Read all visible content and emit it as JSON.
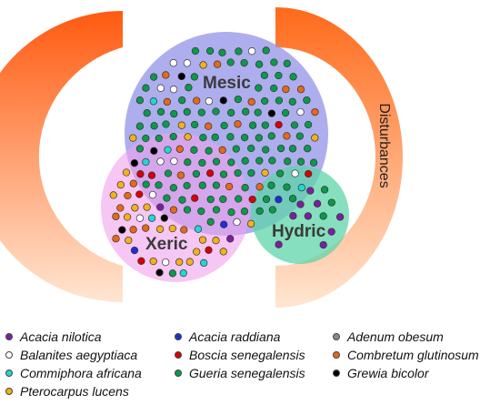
{
  "regions": {
    "mesic": "Mesic",
    "xeric": "Xeric",
    "hydric": "Hydric"
  },
  "arc_label": "Disturbances",
  "colors": {
    "mesic_fill": "#8f8fe8",
    "xeric_fill": "#f0a0ec",
    "hydric_fill": "#5dd4a8",
    "arc_dark": "#ff5a10",
    "arc_light": "#ffe0c8"
  },
  "species": [
    {
      "key": "nilotica",
      "name": "Acacia nilotica",
      "color": "#7b1fa2"
    },
    {
      "key": "raddiana",
      "name": "Acacia raddiana",
      "color": "#1e2fd6"
    },
    {
      "key": "adenum",
      "name": "Adenum obesum",
      "color": "#8a8a8a"
    },
    {
      "key": "balanites",
      "name": "Balanites aegyptiaca",
      "color": "#ffffff"
    },
    {
      "key": "boscia",
      "name": "Boscia senegalensis",
      "color": "#d90000"
    },
    {
      "key": "combretum",
      "name": "Combretum glutinosum",
      "color": "#e56a16"
    },
    {
      "key": "commiphora",
      "name": "Commiphora africana",
      "color": "#20d8d0"
    },
    {
      "key": "gueria",
      "name": "Gueria senegalensis",
      "color": "#0a9a4a"
    },
    {
      "key": "grewia",
      "name": "Grewia bicolor",
      "color": "#000000"
    },
    {
      "key": "pterocarpus",
      "name": "Pterocarpus lucens",
      "color": "#f2b21a"
    }
  ]
}
